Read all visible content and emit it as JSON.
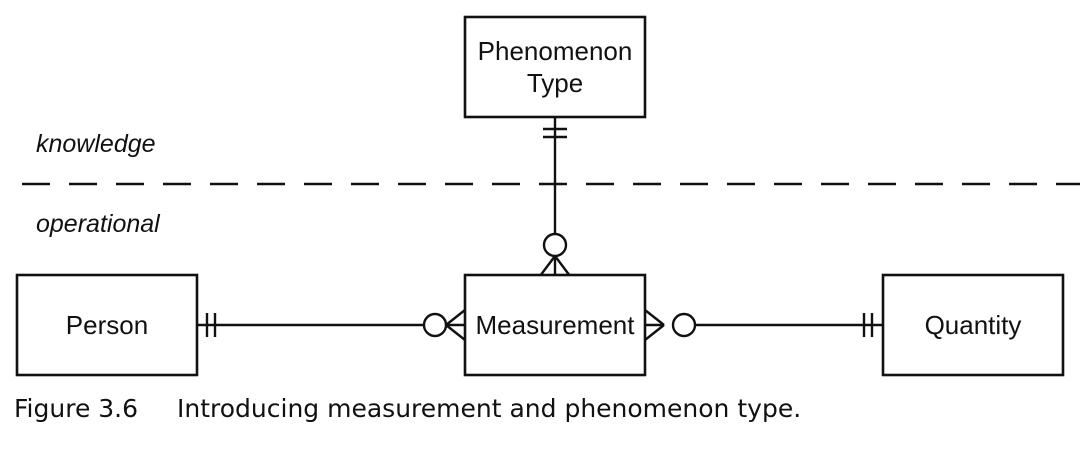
{
  "layers": {
    "upper": "knowledge",
    "lower": "operational"
  },
  "entities": {
    "phenomenon_type": {
      "line1": "Phenomenon",
      "line2": "Type"
    },
    "person": "Person",
    "measurement": "Measurement",
    "quantity": "Quantity"
  },
  "relationships": [
    {
      "from": "Phenomenon Type",
      "from_end": "exactly one",
      "to": "Measurement",
      "to_end": "zero or many"
    },
    {
      "from": "Person",
      "from_end": "exactly one",
      "to": "Measurement",
      "to_end": "zero or many"
    },
    {
      "from": "Quantity",
      "from_end": "exactly one",
      "to": "Measurement",
      "to_end": "zero or many"
    }
  ],
  "caption": {
    "number": "Figure 3.6",
    "text": "Introducing measurement and phenomenon type."
  }
}
